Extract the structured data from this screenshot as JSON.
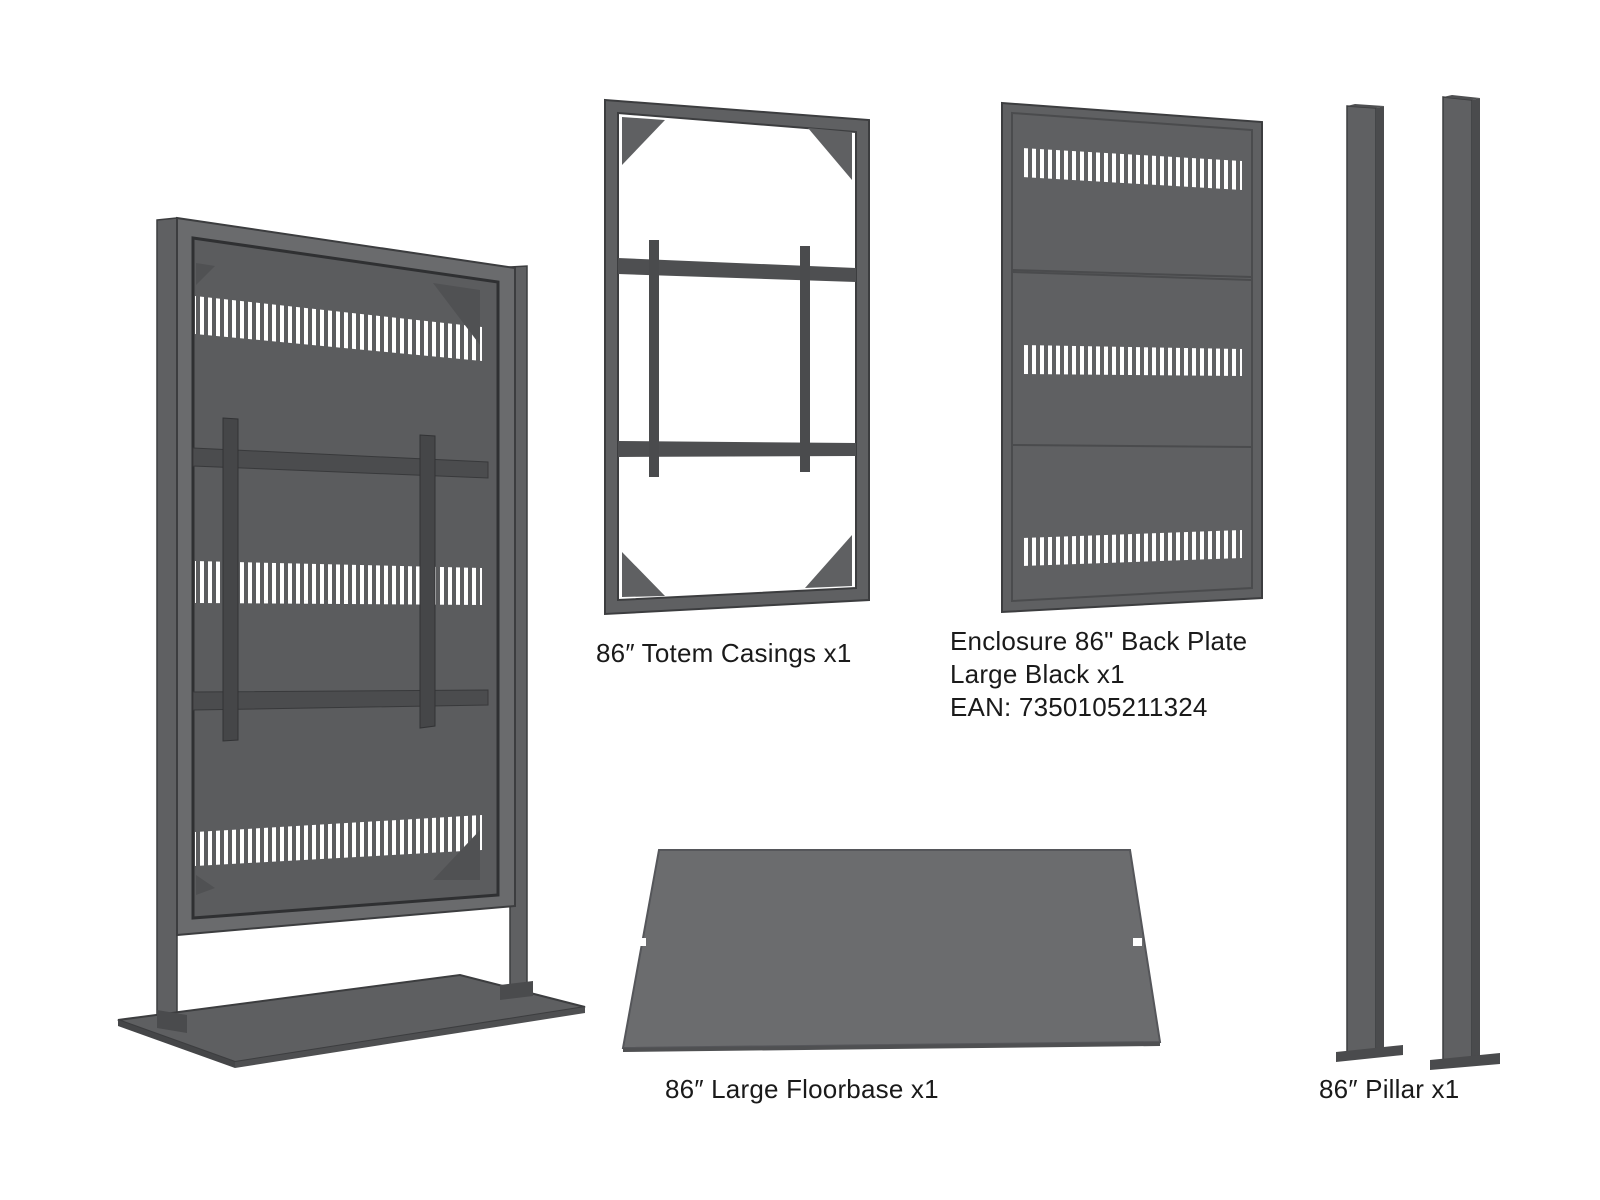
{
  "items": [
    {
      "id": "casings",
      "label": "86″ Totem Casings x1"
    },
    {
      "id": "back_plate",
      "lines": [
        "Enclosure 86\" Back Plate",
        "Large Black x1",
        "EAN: 7350105211324"
      ]
    },
    {
      "id": "floorbase",
      "label": "86″ Large Floorbase x1"
    },
    {
      "id": "pillar",
      "label": "86″ Pillar x1"
    }
  ],
  "colors": {
    "metal": "#5e5f61",
    "metal_dark": "#4a4b4d",
    "metal_light": "#6e6f71",
    "edge": "#3c3d3f",
    "vent": "#ffffff"
  }
}
